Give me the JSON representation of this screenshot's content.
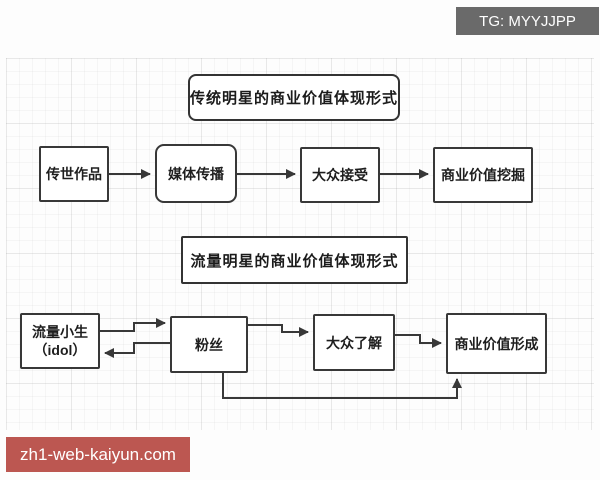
{
  "watermarks": {
    "tg_badge": "TG: MYYJJPP",
    "site_badge": "zh1-web-kaiyun.com"
  },
  "colors": {
    "tg_badge_bg": "#6a6a6a",
    "site_badge_bg": "#bc5751",
    "badge_text": "#ffffff",
    "line_and_border": "#383838",
    "node_text": "#1e1e1e",
    "background": "#fdfdfd"
  },
  "chart1": {
    "title": "传统明星的商业价值体现形式",
    "nodes": [
      {
        "label": "传世作品"
      },
      {
        "label": "媒体传播"
      },
      {
        "label": "大众接受"
      },
      {
        "label": "商业价值挖掘"
      }
    ],
    "edges": [
      [
        "传世作品",
        "媒体传播"
      ],
      [
        "媒体传播",
        "大众接受"
      ],
      [
        "大众接受",
        "商业价值挖掘"
      ]
    ]
  },
  "chart2": {
    "title": "流量明星的商业价值体现形式",
    "nodes": [
      {
        "label": "流量小生",
        "label2": "（idol）"
      },
      {
        "label": "粉丝"
      },
      {
        "label": "大众了解"
      },
      {
        "label": "商业价值形成"
      }
    ],
    "edges": [
      [
        "流量小生（idol）",
        "粉丝"
      ],
      [
        "粉丝",
        "流量小生（idol）"
      ],
      [
        "粉丝",
        "大众了解"
      ],
      [
        "大众了解",
        "商业价值形成"
      ],
      [
        "粉丝",
        "商业价值形成"
      ]
    ]
  }
}
